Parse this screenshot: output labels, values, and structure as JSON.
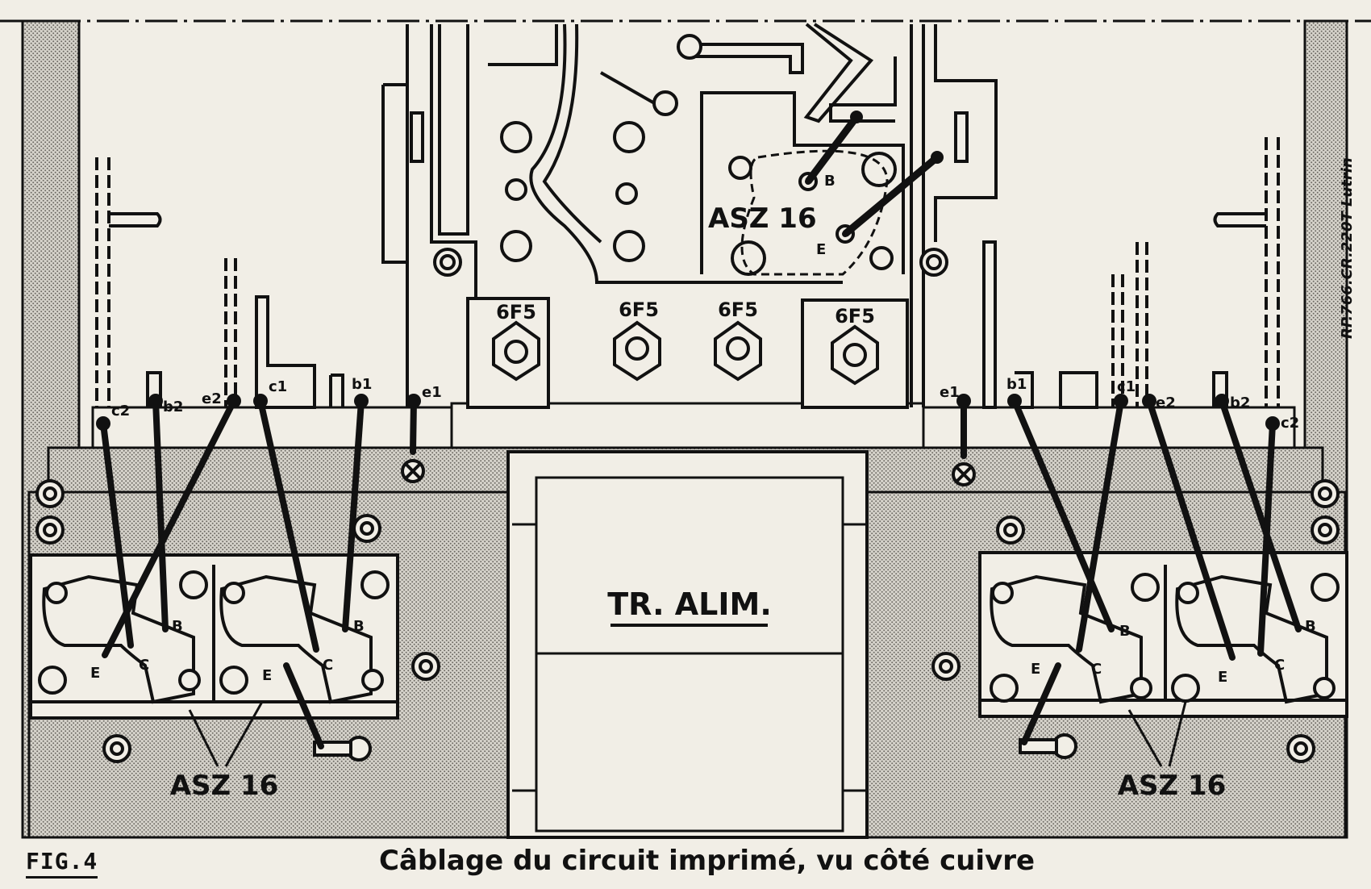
{
  "figure": {
    "fig_label": "FIG.4",
    "caption": "Câblage du circuit imprimé, vu côté cuivre",
    "side_reference": "RP.766.CR.220T  Lutrin"
  },
  "transformer_label": "TR. ALIM.",
  "transistor_label": "ASZ 16",
  "tube_label": "6F5",
  "pin_labels": {
    "b": "B",
    "e": "E",
    "c": "C"
  },
  "tube_sockets": [
    {
      "label": "6F5"
    },
    {
      "label": "6F5"
    },
    {
      "label": "6F5"
    },
    {
      "label": "6F5"
    }
  ],
  "connection_labels_left": [
    "c2",
    "b2",
    "e2",
    "c1",
    "b1",
    "e1"
  ],
  "connection_labels_right": [
    "e1",
    "b1",
    "c1",
    "e2",
    "b2",
    "c2"
  ],
  "transistor_groups": [
    {
      "label": "ASZ 16"
    },
    {
      "label": "ASZ 16"
    },
    {
      "label": "ASZ 16"
    }
  ],
  "colors": {
    "ink": "#111111",
    "paper": "#f1eee6",
    "hatch": "#b9b6ae"
  }
}
